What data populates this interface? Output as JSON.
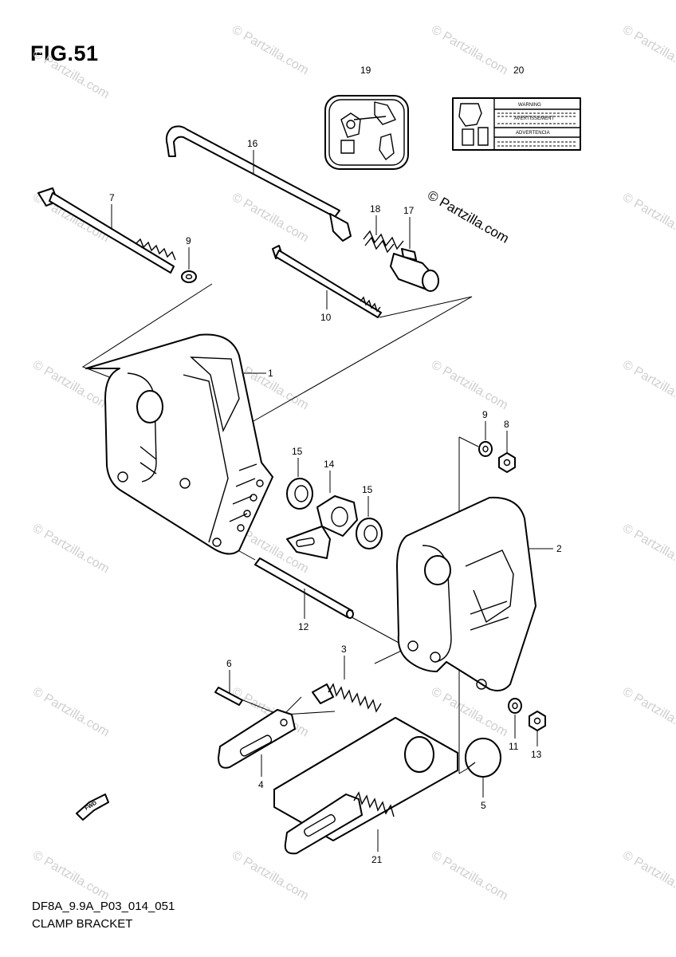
{
  "figure": {
    "title": "FIG.51",
    "code": "DF8A_9.9A_P03_014_051",
    "name": "CLAMP BRACKET"
  },
  "watermark": {
    "text": "© Partzilla.com",
    "main_text": "© Partzilla.com"
  },
  "callouts": {
    "p1": "1",
    "p2": "2",
    "p3": "3",
    "p4": "4",
    "p5": "5",
    "p6": "6",
    "p7": "7",
    "p8": "8",
    "p9a": "9",
    "p9b": "9",
    "p10": "10",
    "p11": "11",
    "p12": "12",
    "p13": "13",
    "p14": "14",
    "p15a": "15",
    "p15b": "15",
    "p16": "16",
    "p17": "17",
    "p18": "18",
    "p19": "19",
    "p20": "20",
    "p21": "21"
  },
  "label_20": {
    "warning": "WARNING",
    "avertissement": "AVERTISSEMENT",
    "advertencia": "ADVERTENCIA"
  },
  "fwd": "FWD",
  "colors": {
    "line": "#000000",
    "watermark": "#cfcfcf",
    "background": "#ffffff"
  }
}
